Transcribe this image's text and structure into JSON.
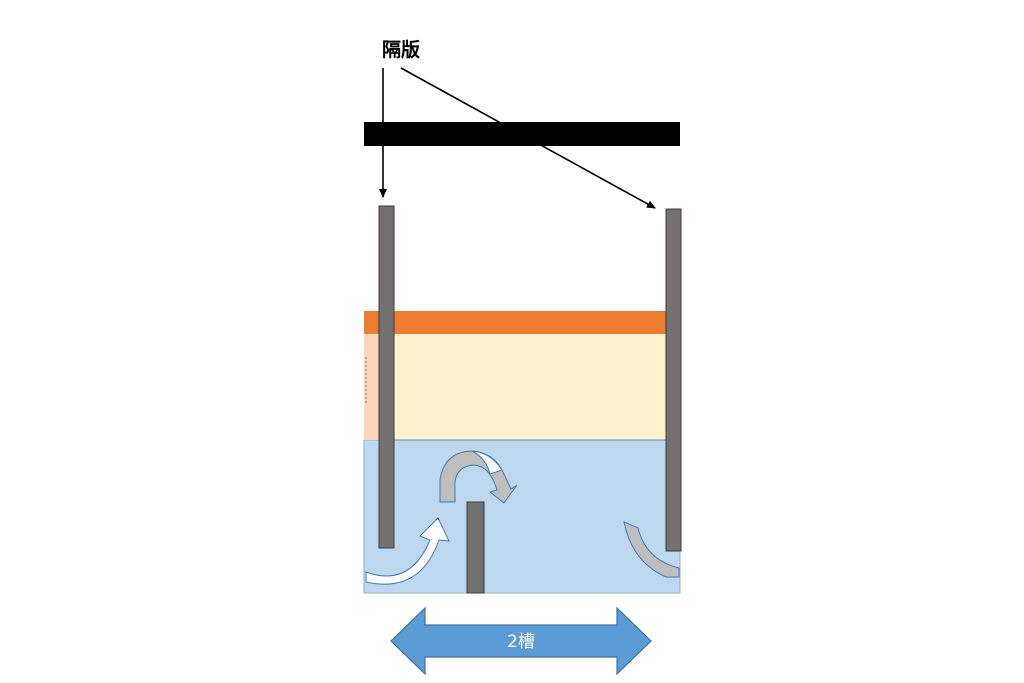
{
  "labels": {
    "partition": "隔版",
    "tank_count": "2槽"
  },
  "colors": {
    "top_bar": "#000000",
    "baffle": "#757171",
    "orange_layer": "#ed7d31",
    "cream_layer": "#fff2cc",
    "water": "#bdd7ee",
    "side_pink": "#fbd5bd",
    "swirl_gray": "#bfbfbf",
    "width_arrow": "#5b9bd5"
  },
  "icons": {
    "flow_up": "curved-arrow-up",
    "flow_over": "curved-arrow-over",
    "flow_down": "curved-arrow-down",
    "width": "double-headed-arrow"
  }
}
